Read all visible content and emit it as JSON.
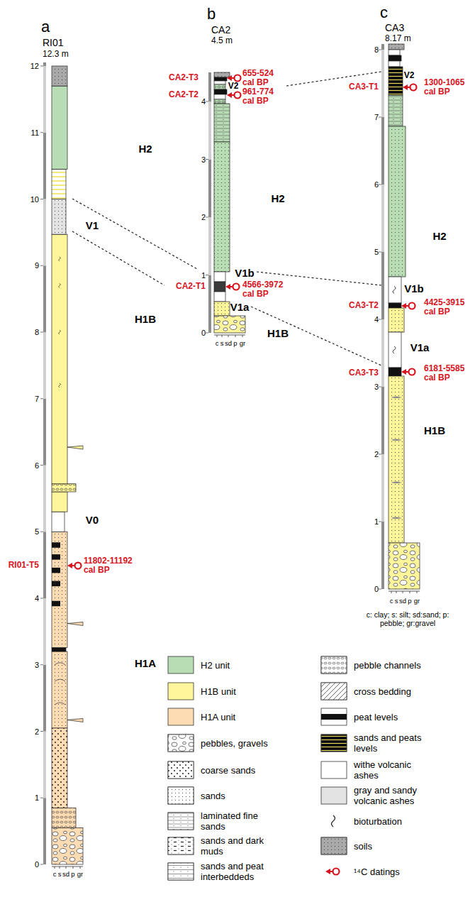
{
  "diagram": {
    "labels": [
      "a",
      "RI01",
      "12.3 m",
      "0",
      "1",
      "2",
      "3",
      "4",
      "5",
      "6",
      "7",
      "8",
      "9",
      "10",
      "11",
      "12",
      "H2",
      "V1",
      "H1B",
      "V0",
      "H1A",
      "RI01-T5",
      "11802-11192 cal BP",
      "c",
      "s",
      "sd",
      "p",
      "gr",
      "b",
      "CA2",
      "4.5 m",
      "0",
      "1",
      "2",
      "3",
      "4",
      "CA2-T3",
      "655-524 cal BP",
      "V2",
      "CA2-T2",
      "961-774 cal BP",
      "H2",
      "V1b",
      "CA2-T1",
      "4566-3972 cal BP",
      "V1a",
      "H1B",
      "c",
      "s",
      "sd",
      "p",
      "gr",
      "c",
      "CA3",
      "8.17 m",
      "0",
      "1",
      "2",
      "3",
      "4",
      "5",
      "6",
      "7",
      "8",
      "V2",
      "CA3-T1",
      "1300-1065 cal BP",
      "H2",
      "V1b",
      "CA3-T2",
      "4425-3915 cal BP",
      "V1a",
      "CA3-T3",
      "6181-5585 cal BP",
      "H1B",
      "c: clay; s: silt; sd:sand; p: pebble; gr:gravel",
      "c",
      "s",
      "sd",
      "p",
      "gr"
    ],
    "legend": [
      {
        "text": "H2 unit",
        "color": "#b8dcb3"
      },
      {
        "text": "H1B unit",
        "color": "#fff59a"
      },
      {
        "text": "H1A unit",
        "color": "#fddbb3"
      },
      {
        "text": "pebbles, gravels"
      },
      {
        "text": "coarse sands"
      },
      {
        "text": "sands"
      },
      {
        "text": "laminated fine sands"
      },
      {
        "text": "sands and dark muds"
      },
      {
        "text": "sands and peat interbeddeds"
      },
      {
        "text": "pebble channels"
      },
      {
        "text": "cross bedding"
      },
      {
        "text": "peat levels"
      },
      {
        "text": "sands and peats levels"
      },
      {
        "text": "withe volcanic ashes",
        "color": "#ffffff"
      },
      {
        "text": "gray and sandy volcanic ashes",
        "color": "#e3e3e3"
      },
      {
        "text": "bioturbation"
      },
      {
        "text": "soils"
      },
      {
        "text": "¹⁴C datings"
      }
    ]
  }
}
